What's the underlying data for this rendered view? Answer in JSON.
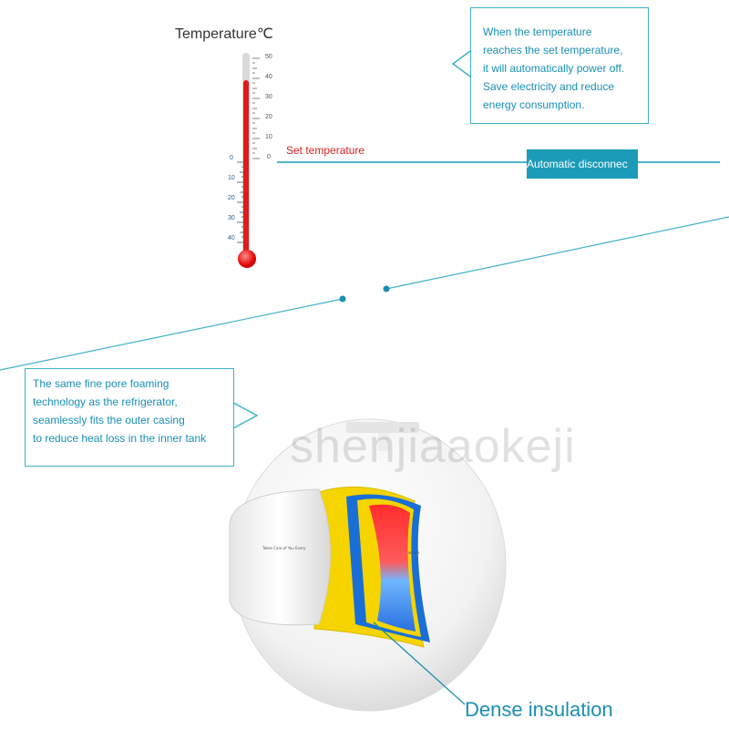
{
  "thermometer": {
    "title": "Temperature℃",
    "upper_scale": [
      "50",
      "40",
      "30",
      "20",
      "10",
      "0"
    ],
    "lower_scale": [
      "0",
      "10",
      "20",
      "30",
      "40"
    ]
  },
  "set_temperature_label": "Set temperature",
  "callout_top": {
    "lines": [
      "When the temperature",
      "reaches the set temperature,",
      "it will automatically power off.",
      "Save electricity and reduce",
      "energy consumption."
    ]
  },
  "badge_label": "Automatic disconnec",
  "callout_left": {
    "lines": [
      "The same fine pore foaming",
      "technology as the refrigerator,",
      "seamlessly fits the outer casing",
      "to reduce heat loss in the inner tank"
    ]
  },
  "watermark": "shenjiaaokeji",
  "product": {
    "text_left": "Takes Care of You Every",
    "text_right": "where"
  },
  "dense_insulation_label": "Dense insulation",
  "colors": {
    "accent": "#1a8fb3",
    "line": "#3fb2c8",
    "badge": "#1c9bb8",
    "mercury": "#e11b1b",
    "set_label": "#e02020",
    "foam_yellow": "#f5d400",
    "inner_blue": "#1a6fd6"
  }
}
